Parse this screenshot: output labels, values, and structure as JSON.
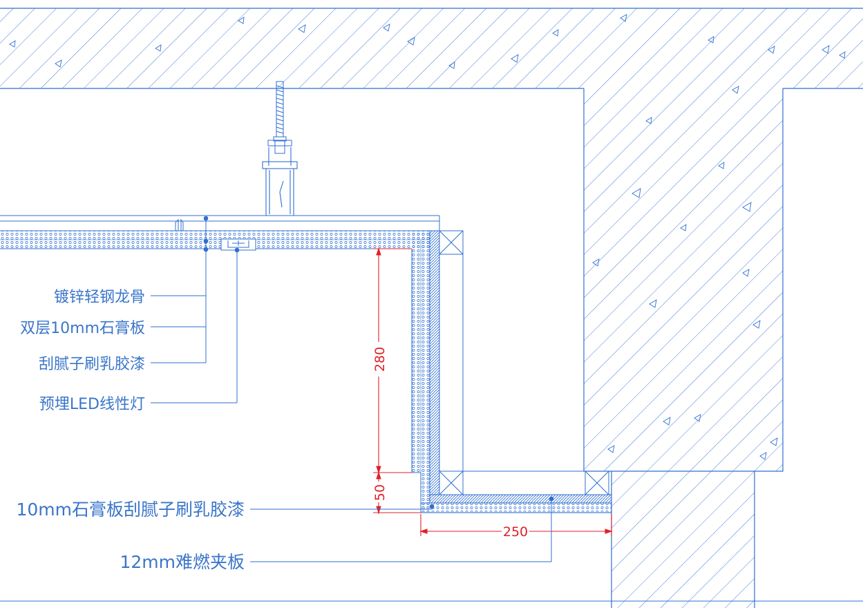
{
  "labels": {
    "keel": "镀锌轻钢龙骨",
    "gypsum_double": "双层10mm石膏板",
    "putty_paint": "刮腻子刷乳胶漆",
    "led": "预埋LED线性灯",
    "gypsum_single": "10mm石膏板刮腻子刷乳胶漆",
    "plywood": "12mm难燃夹板"
  },
  "dimensions": {
    "height_main": "280",
    "height_small": "50",
    "width_bottom": "250"
  },
  "colors": {
    "line": "#2f6fd1",
    "text": "#3a76c9",
    "dimension": "#e0202a",
    "background": "#ffffff"
  }
}
